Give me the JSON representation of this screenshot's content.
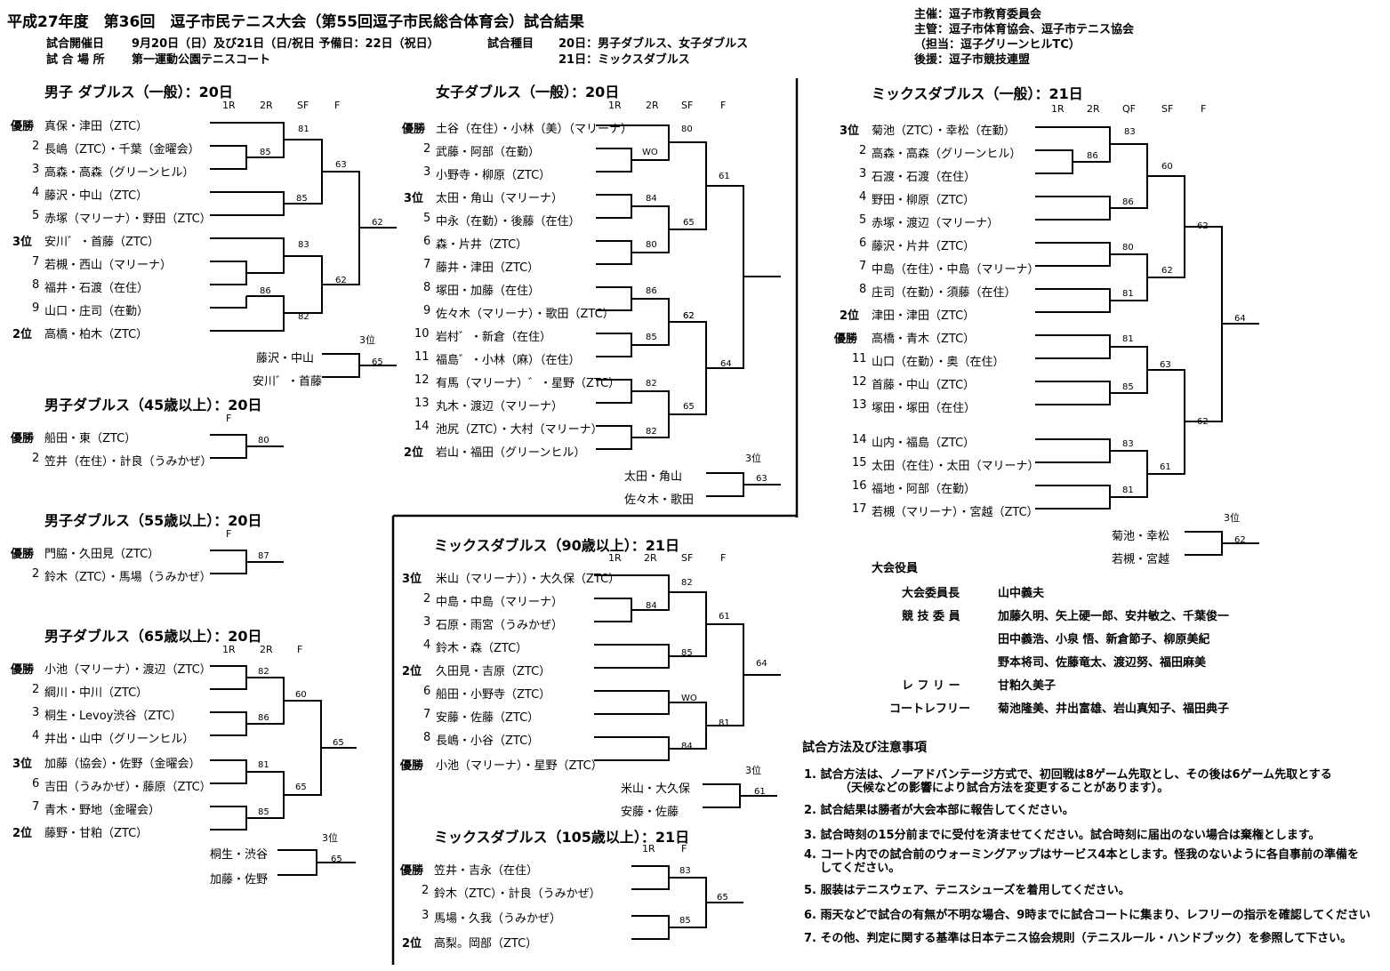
{
  "header": {
    "title": "平成27年度　第36回　逗子市民テニス大会（第55回逗子市民総合体育会）試合結果",
    "date_label": "試合開催日",
    "date_value": "9月20日（日）及び21日（日/祝日 予備日：22日（祝日）",
    "venue_label": "試 合 場 所",
    "venue_value": "第一運動公園テニスコート",
    "events_label": "試合種目",
    "events_line1": "20日：男子ダブルス、女子ダブルス",
    "events_line2": "21日：ミックスダブルス"
  },
  "organizers": [
    "主催：逗子市教育委員会",
    "主管：逗子市体育協会、逗子市テニス協会",
    "（担当：逗子グリーンヒルTC）",
    "後援：逗子市競技連盟"
  ],
  "brackets": {
    "md_open": {
      "title": "男子 ダブルス（一般）：20日",
      "rounds": [
        "1R",
        "2R",
        "SF",
        "F"
      ],
      "seeds": [
        "優勝",
        "3位",
        "2位"
      ],
      "nums": [
        "2",
        "3",
        "4",
        "5",
        "7",
        "8",
        "9"
      ],
      "players": [
        "真保・津田（ZTC）",
        "長嶋（ZTC）・千葉（金曜会）",
        "高森・高森（グリーンヒル）",
        "藤沢・中山（ZTC）",
        "赤塚（マリーナ）・野田（ZTC）",
        "安川゛・首藤（ZTC）",
        "若槻・西山（マリーナ）",
        "福井・石渡（在住）",
        "山口・庄司（在勤）",
        "高橋・柏木（ZTC）"
      ],
      "scores": [
        "81",
        "85",
        "63",
        "85",
        "62",
        "83",
        "62",
        "86",
        "82"
      ],
      "third": {
        "label": "3位",
        "p1": "藤沢・中山",
        "p2": "安川゛・首藤",
        "score": "65"
      }
    },
    "md_45": {
      "title": "男子ダブルス（45歳以上）：20日",
      "rounds": [
        "F"
      ],
      "seeds": [
        "優勝"
      ],
      "nums": [
        "2"
      ],
      "players": [
        "船田・東（ZTC）",
        "笠井（在住）・計良（うみかぜ）"
      ],
      "scores": [
        "80"
      ]
    },
    "md_55": {
      "title": "男子ダブルス（55歳以上）：20日",
      "rounds": [
        "F"
      ],
      "seeds": [
        "優勝"
      ],
      "nums": [
        "2"
      ],
      "players": [
        "門脇・久田見（ZTC）",
        "鈴木（ZTC）・馬場（うみかぜ）"
      ],
      "scores": [
        "87"
      ]
    },
    "md_65": {
      "title": "男子ダブルス（65歳以上）：20日",
      "rounds": [
        "1R",
        "2R",
        "F"
      ],
      "seeds": [
        "優勝",
        "3位",
        "2位"
      ],
      "nums": [
        "2",
        "3",
        "4",
        "6",
        "7"
      ],
      "players": [
        "小池（マリーナ）・渡辺（ZTC）",
        "綱川・中川（ZTC）",
        "桐生・Levoy渋谷（ZTC）",
        "井出・山中（グリーンヒル）",
        "加藤（協会）・佐野（金曜会）",
        "吉田（うみかぜ）・藤原（ZTC）",
        "青木・野地（金曜会）",
        "藤野・甘粕（ZTC）"
      ],
      "scores": [
        "82",
        "60",
        "86",
        "65",
        "81",
        "65",
        "85"
      ],
      "third": {
        "label": "3位",
        "p1": "桐生・渋谷",
        "p2": "加藤・佐野",
        "score": "65"
      }
    },
    "wd_open": {
      "title": "女子ダブルス（一般）：20日",
      "rounds": [
        "1R",
        "2R",
        "SF",
        "F"
      ],
      "seeds": [
        "優勝",
        "3位",
        "2位"
      ],
      "nums": [
        "2",
        "3",
        "5",
        "6",
        "7",
        "8",
        "9",
        "10",
        "11",
        "12",
        "13",
        "14"
      ],
      "players": [
        "土谷（在住）・小林（美）（マリーナ）",
        "武藤・阿部（在勤）",
        "小野寺・柳原（ZTC）",
        "太田・角山（マリーナ）",
        "中永（在勤）・後藤（在住）",
        "森・片井（ZTC）",
        "藤井・津田（ZTC）",
        "塚田・加藤（在住）",
        "佐々木（マリーナ）・歌田（ZTC）",
        "岩村゛・新倉（在住）",
        "福島゛・小林（麻）（在住）",
        "有馬（マリーナ）゛・星野（ZTC）",
        "丸木・渡辺（マリーナ）",
        "池尻（ZTC）・大村（マリーナ）",
        "岩山・福田（グリーンヒル）"
      ],
      "scores": [
        "80",
        "WO",
        "61",
        "84",
        "65",
        "80",
        "62",
        "86",
        "62",
        "85",
        "64",
        "82",
        "65",
        "82"
      ],
      "third": {
        "label": "3位",
        "p1": "太田・角山",
        "p2": "佐々木・歌田",
        "score": "63"
      }
    },
    "xd_90": {
      "title": "ミックスダブルス（90歳以上）：21日",
      "rounds": [
        "1R",
        "2R",
        "SF",
        "F"
      ],
      "seeds": [
        "3位",
        "2位",
        "優勝"
      ],
      "nums": [
        "2",
        "3",
        "4",
        "6",
        "7",
        "8"
      ],
      "players": [
        "米山（マリーナ））・大久保（ZTC）",
        "中島・中島（マリーナ）",
        "石原・雨宮（うみかぜ）",
        "鈴木・森（ZTC）",
        "久田見・吉原（ZTC）",
        "船田・小野寺（ZTC）",
        "安藤・佐藤（ZTC）",
        "長嶋・小谷（ZTC）",
        "小池（マリーナ）・星野（ZTC）"
      ],
      "scores": [
        "82",
        "84",
        "61",
        "85",
        "64",
        "WO",
        "81",
        "84"
      ],
      "third": {
        "label": "3位",
        "p1": "米山・大久保",
        "p2": "安藤・佐藤",
        "score": "61"
      }
    },
    "xd_105": {
      "title": "ミックスダブルス（105歳以上）：21日",
      "rounds": [
        "1R",
        "F"
      ],
      "seeds": [
        "優勝",
        "2位"
      ],
      "nums": [
        "2",
        "3"
      ],
      "players": [
        "笠井・吉永（在住）",
        "鈴木（ZTC）・計良（うみかぜ）",
        "馬場・久我（うみかぜ）",
        "高梨。岡部（ZTC）"
      ],
      "scores": [
        "83",
        "65",
        "85"
      ]
    },
    "xd_open": {
      "title": "ミックスダブルス（一般）：21日",
      "rounds": [
        "1R",
        "2R",
        "QF",
        "SF",
        "F"
      ],
      "seeds": [
        "3位",
        "2位",
        "優勝"
      ],
      "nums": [
        "2",
        "3",
        "4",
        "5",
        "6",
        "7",
        "8",
        "11",
        "12",
        "13",
        "14",
        "15",
        "16",
        "17"
      ],
      "players": [
        "菊池（ZTC）・幸松（在勤）",
        "高森・高森（グリーンヒル）",
        "石渡・石渡（在住）",
        "野田・柳原（ZTC）",
        "赤塚・渡辺（マリーナ）",
        "藤沢・片井（ZTC）",
        "中島（在住）・中島（マリーナ）",
        "庄司（在勤）・須藤（在住）",
        "津田・津田（ZTC）",
        "高橋・青木（ZTC）",
        "山口（在勤）・奥（在住）",
        "首藤・中山（ZTC）",
        "塚田・塚田（在住）",
        "山内・福島（ZTC）",
        "太田（在住）・太田（マリーナ）",
        "福地・阿部（在勤）",
        "若槻（マリーナ）・宮越（ZTC）"
      ],
      "scores": [
        "83",
        "86",
        "60",
        "86",
        "62",
        "80",
        "62",
        "81",
        "64",
        "81",
        "63",
        "85",
        "62",
        "83",
        "61",
        "81"
      ],
      "third": {
        "label": "3位",
        "p1": "菊池・幸松",
        "p2": "若槻・宮越",
        "score": "62"
      }
    }
  },
  "officials": {
    "heading": "大会役員",
    "rows": [
      {
        "role": "大会委員長",
        "names": "山中義夫"
      },
      {
        "role": "競 技 委 員",
        "names": "加藤久明、矢上硬一郎、安井敏之、千葉俊一"
      },
      {
        "role": "",
        "names": "田中義浩、小泉 悟、新倉節子、柳原美紀"
      },
      {
        "role": "",
        "names": "野本将司、佐藤竜太、渡辺努、福田麻美"
      },
      {
        "role": "レ フ リ ー",
        "names": "甘粕久美子"
      },
      {
        "role": "コートレフリー",
        "names": "菊池隆美、井出富雄、岩山真知子、福田典子"
      }
    ]
  },
  "notes": {
    "heading": "試合方法及び注意事項",
    "items": [
      {
        "line1": "1. 試合方法は、ノーアドバンテージ方式で、初回戦は8ゲーム先取とし、その後は6ゲーム先取とする",
        "line2": "（天候などの影響により試合方法を変更することがあります）。"
      },
      {
        "line1": "2. 試合結果は勝者が大会本部に報告してください。",
        "line2": ""
      },
      {
        "line1": "3. 試合時刻の15分前までに受付を済ませてください。試合時刻に届出のない場合は棄権とします。",
        "line2": ""
      },
      {
        "line1": "4. コート内での試合前のウォーミングアップはサービス4本とします。怪我のないように各自事前の準備を",
        "line2": "してください。"
      },
      {
        "line1": "5. 服装はテニスウェア、テニスシューズを着用してください。",
        "line2": ""
      },
      {
        "line1": "6. 雨天などで試合の有無が不明な場合、9時までに試合コートに集まり、レフリーの指示を確認してください",
        "line2": ""
      },
      {
        "line1": "7. その他、判定に関する基準は日本テニス協会規則（テニスルール・ハンドブック）を参照して下さい。",
        "line2": ""
      }
    ]
  }
}
